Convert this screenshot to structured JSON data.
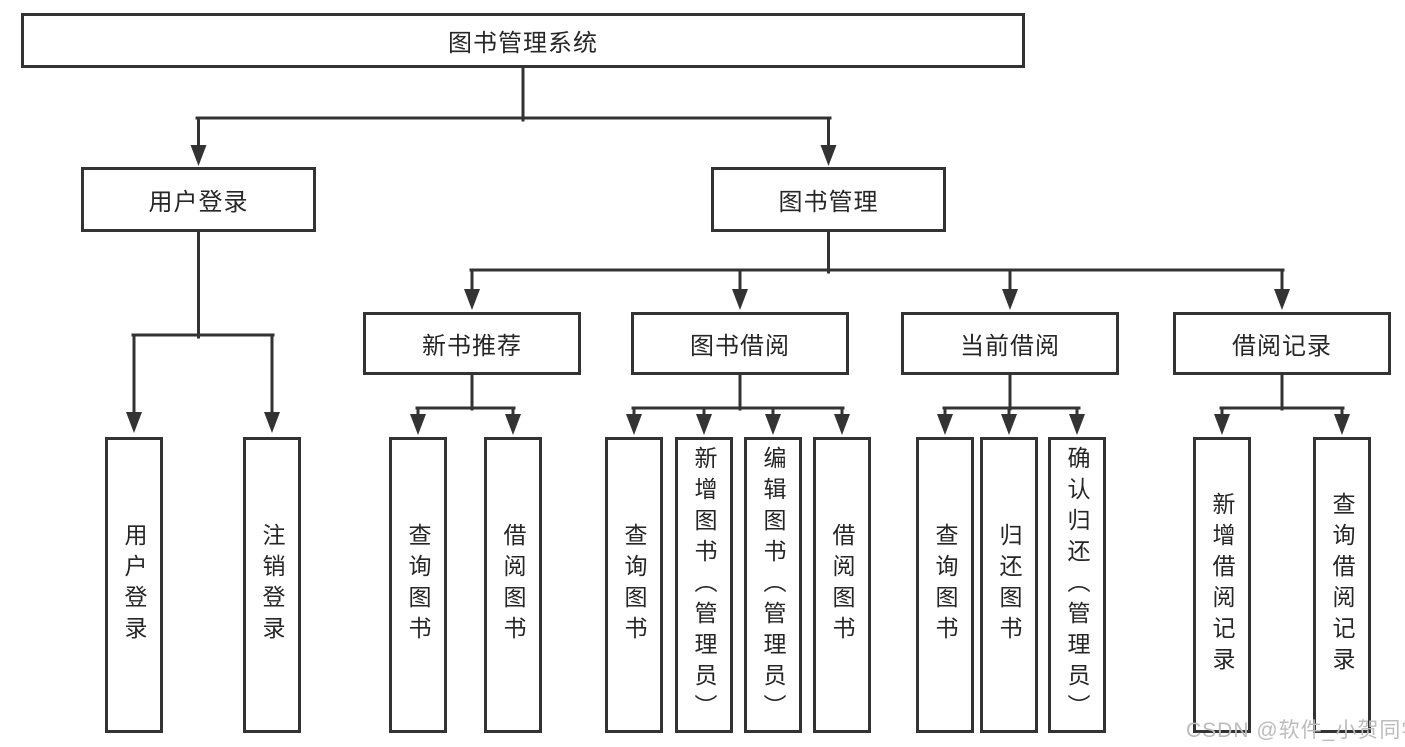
{
  "diagram": {
    "type": "hierarchy-tree",
    "nodes": {
      "root": {
        "label": "图书管理系统"
      },
      "level2": {
        "user_login": {
          "label": "用户登录"
        },
        "book_mgmt": {
          "label": "图书管理"
        }
      },
      "level3": {
        "new_books": {
          "label": "新书推荐"
        },
        "book_borrow": {
          "label": "图书借阅"
        },
        "current_borrow": {
          "label": "当前借阅"
        },
        "borrow_records": {
          "label": "借阅记录"
        }
      },
      "leaves": {
        "user_login": {
          "label": "用户登录"
        },
        "logout": {
          "label": "注销登录"
        },
        "nb_query_books": {
          "label": "查询图书"
        },
        "nb_borrow_books": {
          "label": "借阅图书"
        },
        "bb_query_books": {
          "label": "查询图书"
        },
        "bb_add_books": {
          "label": "新增图书（管理员）"
        },
        "bb_edit_books": {
          "label": "编辑图书（管理员）"
        },
        "bb_borrow_books": {
          "label": "借阅图书"
        },
        "cb_query_books": {
          "label": "查询图书"
        },
        "cb_return_books": {
          "label": "归还图书"
        },
        "cb_confirm_return": {
          "label": "确认归还（管理员）"
        },
        "br_add_record": {
          "label": "新增借阅记录"
        },
        "br_query_record": {
          "label": "查询借阅记录"
        }
      }
    }
  },
  "watermark": {
    "text": "CSDN @软件_小贺同学"
  },
  "colors": {
    "line": "#333333",
    "text": "#262626",
    "node_background": "#ffffff",
    "watermark": "#bcbcbc"
  }
}
